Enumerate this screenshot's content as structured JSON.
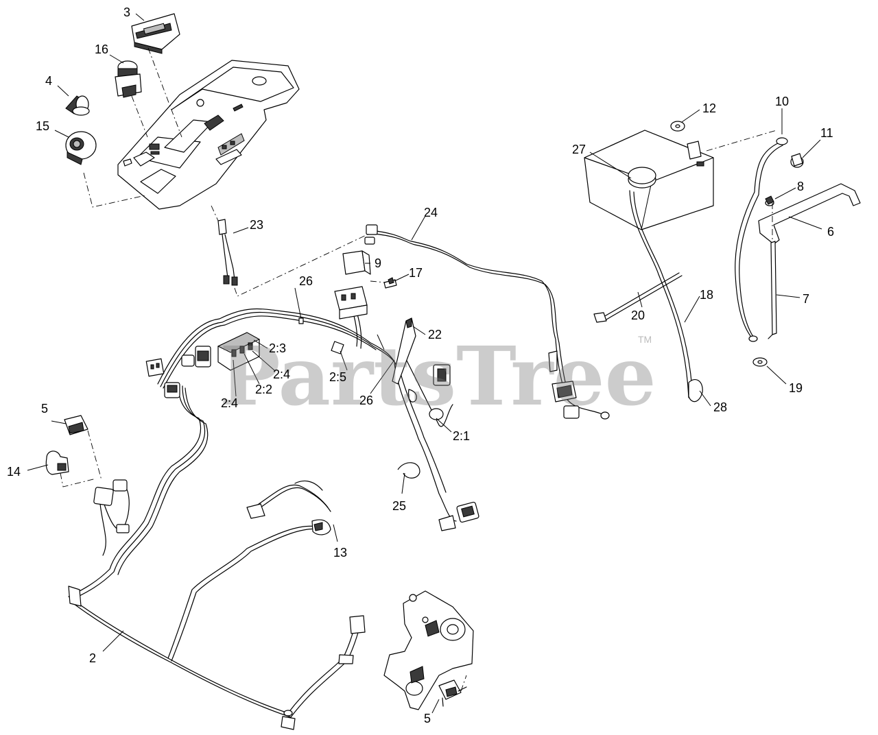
{
  "watermark": {
    "text": "PartsTree",
    "trademark": "TM"
  },
  "callouts": [
    {
      "id": "c3",
      "label": "3"
    },
    {
      "id": "c16",
      "label": "16"
    },
    {
      "id": "c4",
      "label": "4"
    },
    {
      "id": "c15",
      "label": "15"
    },
    {
      "id": "c23",
      "label": "23"
    },
    {
      "id": "c24",
      "label": "24"
    },
    {
      "id": "c9",
      "label": "9"
    },
    {
      "id": "c17",
      "label": "17"
    },
    {
      "id": "c26a",
      "label": "26"
    },
    {
      "id": "c22",
      "label": "22"
    },
    {
      "id": "c2-3",
      "label": "2:3"
    },
    {
      "id": "c2-4a",
      "label": "2:4"
    },
    {
      "id": "c2-2",
      "label": "2:2"
    },
    {
      "id": "c2-4b",
      "label": "2:4"
    },
    {
      "id": "c2-5",
      "label": "2:5"
    },
    {
      "id": "c26b",
      "label": "26"
    },
    {
      "id": "c2-1",
      "label": "2:1"
    },
    {
      "id": "c25",
      "label": "25"
    },
    {
      "id": "c5a",
      "label": "5"
    },
    {
      "id": "c14",
      "label": "14"
    },
    {
      "id": "c13",
      "label": "13"
    },
    {
      "id": "c2",
      "label": "2"
    },
    {
      "id": "c5b",
      "label": "5"
    },
    {
      "id": "c12",
      "label": "12"
    },
    {
      "id": "c10",
      "label": "10"
    },
    {
      "id": "c11",
      "label": "11"
    },
    {
      "id": "c27",
      "label": "27"
    },
    {
      "id": "c8",
      "label": "8"
    },
    {
      "id": "c6",
      "label": "6"
    },
    {
      "id": "c7",
      "label": "7"
    },
    {
      "id": "c18",
      "label": "18"
    },
    {
      "id": "c20",
      "label": "20"
    },
    {
      "id": "c28",
      "label": "28"
    },
    {
      "id": "c19",
      "label": "19"
    }
  ]
}
